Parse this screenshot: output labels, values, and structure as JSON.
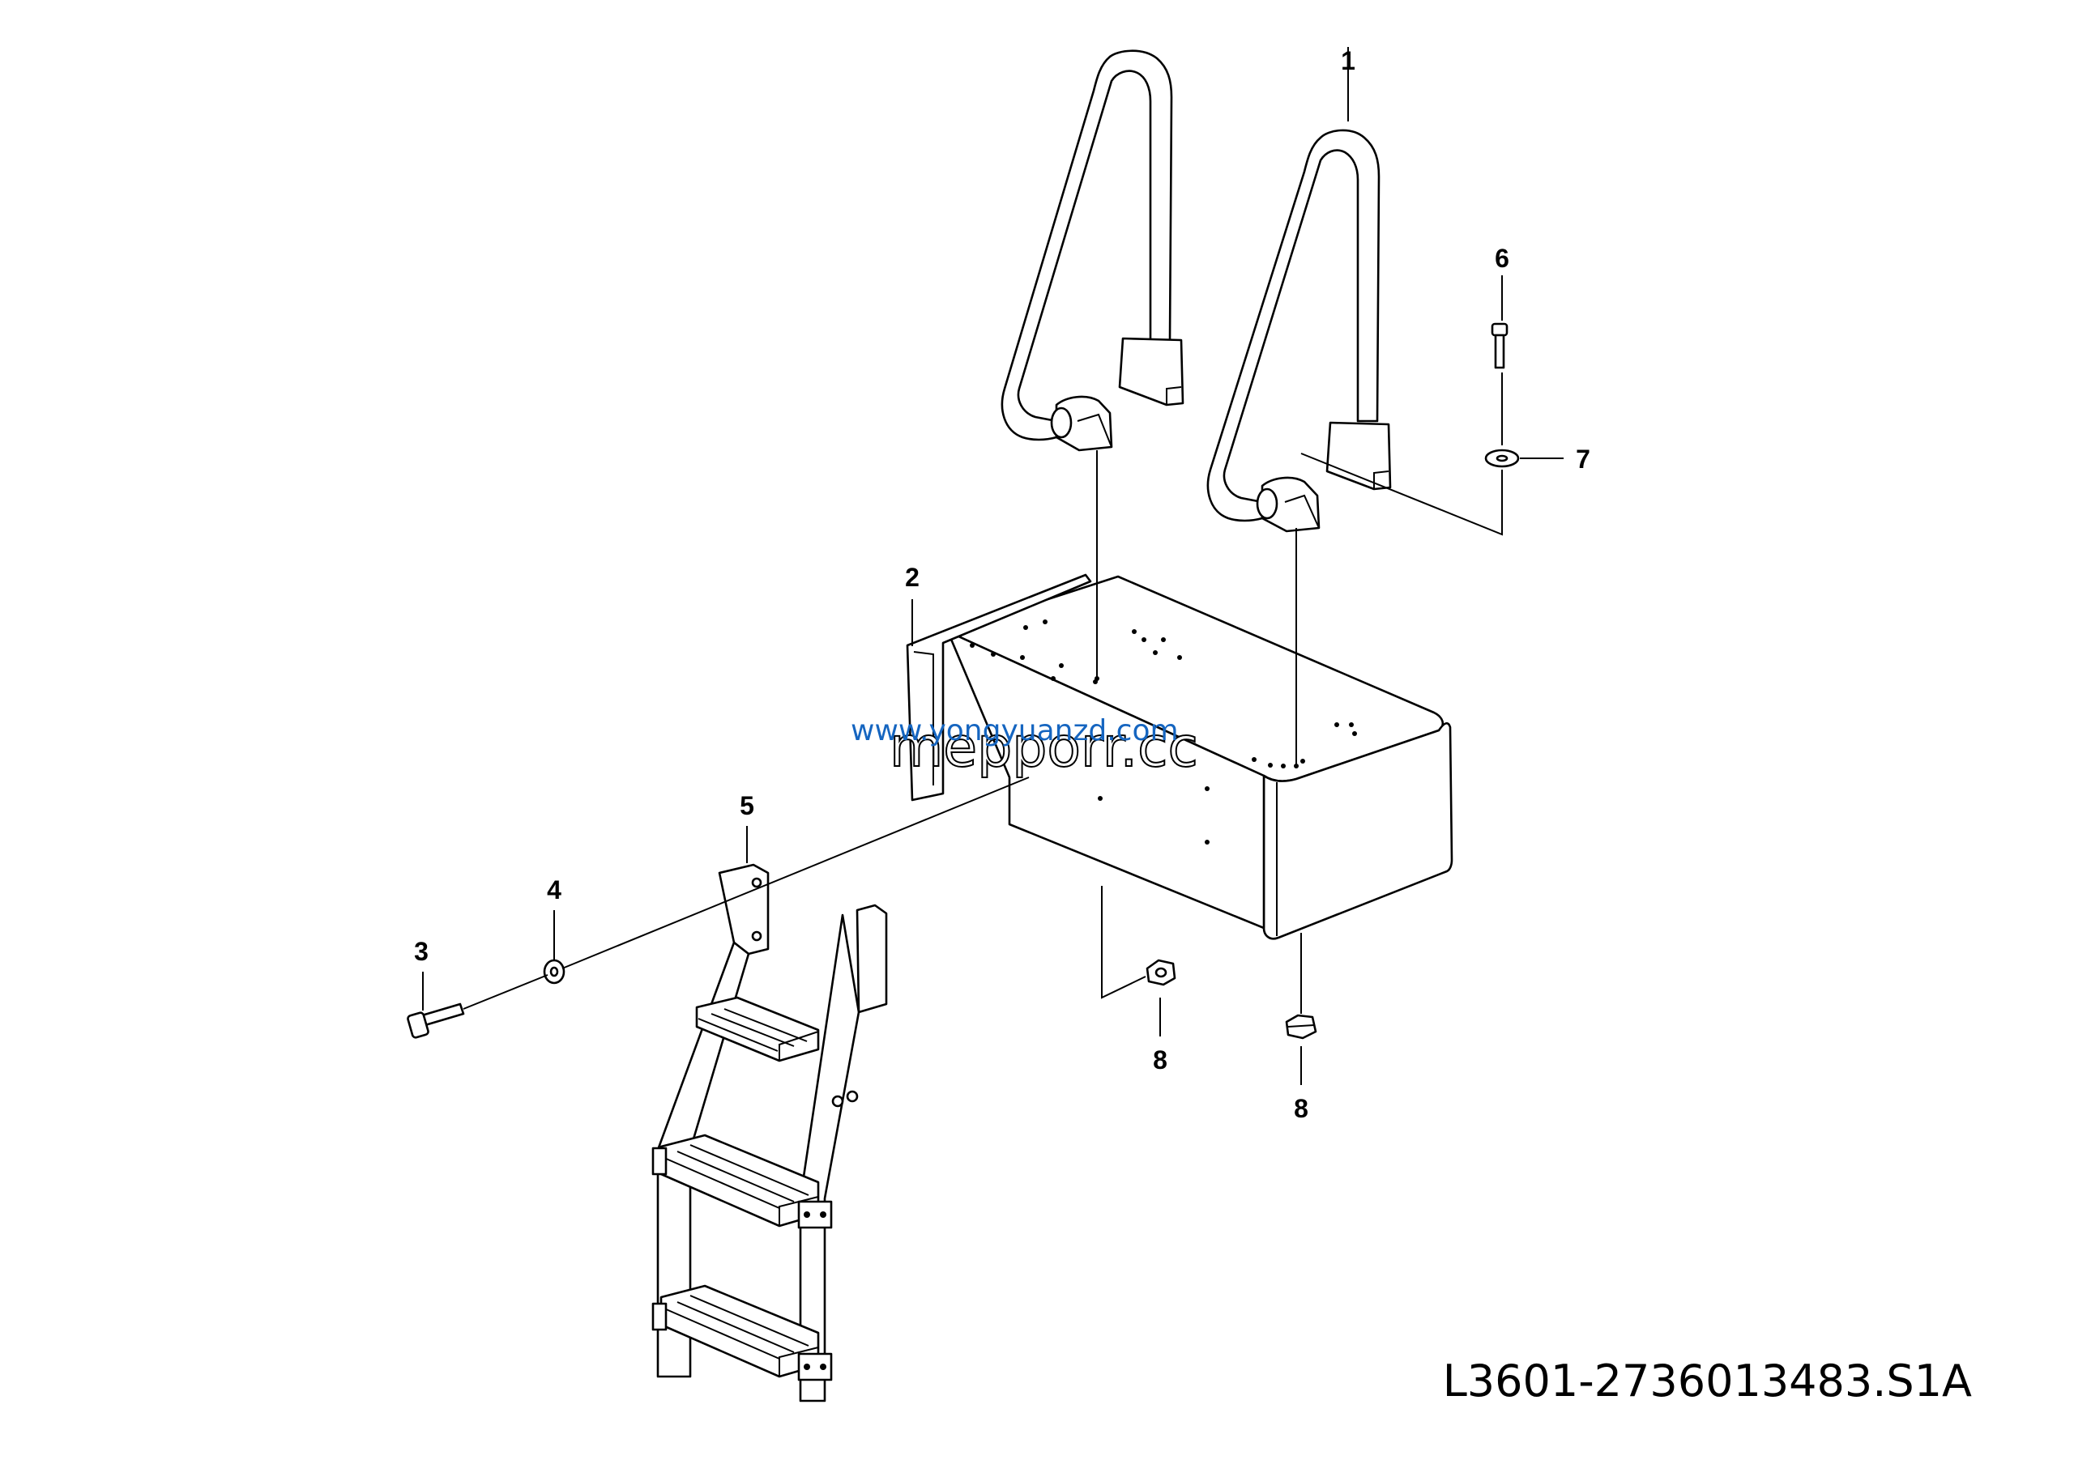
{
  "callouts": [
    {
      "id": "1",
      "label": "1"
    },
    {
      "id": "2",
      "label": "2"
    },
    {
      "id": "3",
      "label": "3"
    },
    {
      "id": "4",
      "label": "4"
    },
    {
      "id": "5",
      "label": "5"
    },
    {
      "id": "6",
      "label": "6"
    },
    {
      "id": "7",
      "label": "7"
    },
    {
      "id": "8a",
      "label": "8"
    },
    {
      "id": "8b",
      "label": "8"
    }
  ],
  "drawing_code": "L3601-2736013483.S1A",
  "watermarks": {
    "url": "www.yongyuanzd.com",
    "brand": "mepporr.cc"
  },
  "colors": {
    "line": "#000000",
    "background": "#ffffff",
    "watermark_url": "#1565c0"
  }
}
